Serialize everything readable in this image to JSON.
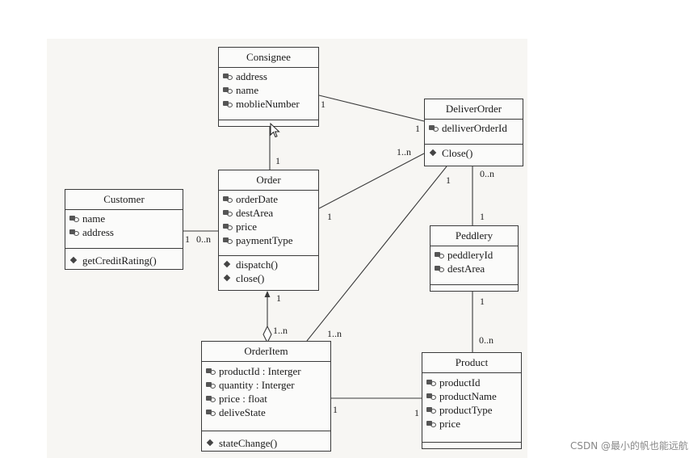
{
  "classes": {
    "consignee": {
      "name": "Consignee",
      "attributes": [
        "address",
        "name",
        "moblieNumber"
      ],
      "operations": []
    },
    "deliver_order": {
      "name": "DeliverOrder",
      "attributes": [
        "delliverOrderId"
      ],
      "operations": [
        "Close()"
      ]
    },
    "order": {
      "name": "Order",
      "attributes": [
        "orderDate",
        "destArea",
        "price",
        "paymentType"
      ],
      "operations": [
        "dispatch()",
        "close()"
      ]
    },
    "customer": {
      "name": "Customer",
      "attributes": [
        "name",
        "address"
      ],
      "operations": [
        "getCreditRating()"
      ]
    },
    "peddlery": {
      "name": "Peddlery",
      "attributes": [
        "peddleryId",
        "destArea"
      ],
      "operations": []
    },
    "order_item": {
      "name": "OrderItem",
      "attributes": [
        "productId : Interger",
        "quantity : Interger",
        "price : float",
        "deliveState"
      ],
      "operations": [
        "stateChange()"
      ]
    },
    "product": {
      "name": "Product",
      "attributes": [
        "productId",
        "productName",
        "productType",
        "price"
      ],
      "operations": []
    }
  },
  "multiplicities": {
    "consignee_deliver_a": "1",
    "consignee_deliver_b": "1",
    "consignee_order_a": "1",
    "order_deliver_a": "1",
    "order_deliver_b": "1..n",
    "customer_order_a": "1",
    "customer_order_b": "0..n",
    "deliver_peddlery_a": "0..n",
    "deliver_peddlery_b": "1",
    "deliver_orderitem_a": "1",
    "deliver_orderitem_b": "1..n",
    "order_orderitem_a": "1",
    "order_orderitem_b": "1..n",
    "peddlery_product_a": "1",
    "peddlery_product_b": "0..n",
    "orderitem_product_a": "1",
    "orderitem_product_b": "1"
  },
  "icons": {
    "attribute": "attribute-icon",
    "operation": "operation-icon",
    "cursor": "mouse-pointer-icon"
  },
  "watermark": "CSDN @最小的帆也能远航"
}
